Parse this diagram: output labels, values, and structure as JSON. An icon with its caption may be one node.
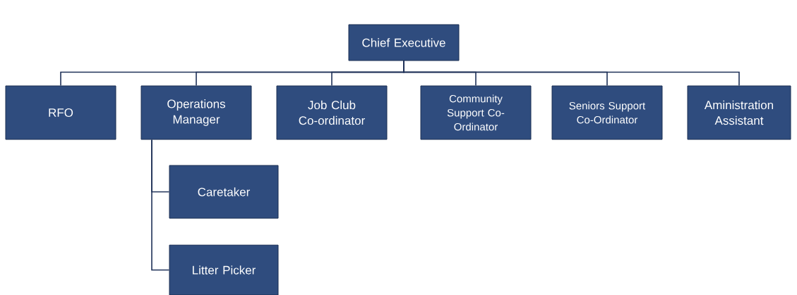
{
  "diagram": {
    "nodes": [
      {
        "text": [
          "Chief Executive"
        ]
      },
      {
        "text": [
          "RFO"
        ]
      },
      {
        "text": [
          "Operations Manager"
        ]
      },
      {
        "text": [
          "Job Club Co-ordinator"
        ]
      },
      {
        "text": [
          "Community Support Co-Ordinator"
        ]
      },
      {
        "text": [
          "Seniors Support Co-Ordinator"
        ]
      },
      {
        "text": [
          "Aministration Assistant"
        ]
      },
      {
        "text": [
          "Caretaker"
        ]
      },
      {
        "text": [
          "Litter Picker"
        ]
      }
    ],
    "edges": [
      {
        "from": 0,
        "to": 1,
        "arrow": "none"
      },
      {
        "from": 0,
        "to": 2,
        "arrow": "none"
      },
      {
        "from": 0,
        "to": 3,
        "arrow": "none"
      },
      {
        "from": 0,
        "to": 4,
        "arrow": "none"
      },
      {
        "from": 0,
        "to": 5,
        "arrow": "none"
      },
      {
        "from": 0,
        "to": 6,
        "arrow": "none"
      },
      {
        "from": 2,
        "to": 7,
        "arrow": "none"
      },
      {
        "from": 2,
        "to": 8,
        "arrow": "none"
      }
    ]
  }
}
